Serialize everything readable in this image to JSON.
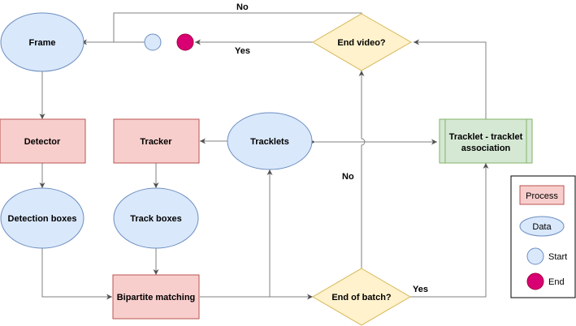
{
  "nodes": {
    "frame": "Frame",
    "detector": "Detector",
    "detection_boxes": "Detection boxes",
    "tracker": "Tracker",
    "track_boxes": "Track boxes",
    "tracklets": "Tracklets",
    "bipartite_matching": "Bipartite matching",
    "end_video": "End video?",
    "end_batch": "End of batch?",
    "tracklet_association_line1": "Tracklet - tracklet",
    "tracklet_association_line2": "association"
  },
  "edges": {
    "no_top": "No",
    "yes_top": "Yes",
    "no_mid": "No",
    "yes_bottom": "Yes"
  },
  "legend": {
    "process": "Process",
    "data": "Data",
    "start": "Start",
    "end": "End"
  },
  "colors": {
    "process_fill": "#f8cecc",
    "process_stroke": "#b85450",
    "data_fill": "#dae8fc",
    "data_stroke": "#6c8ebf",
    "decision_fill": "#fff2cc",
    "decision_stroke": "#d6b656",
    "association_fill": "#d5e8d4",
    "association_stroke": "#82b366",
    "end_fill": "#d80073",
    "edge": "#808080"
  }
}
